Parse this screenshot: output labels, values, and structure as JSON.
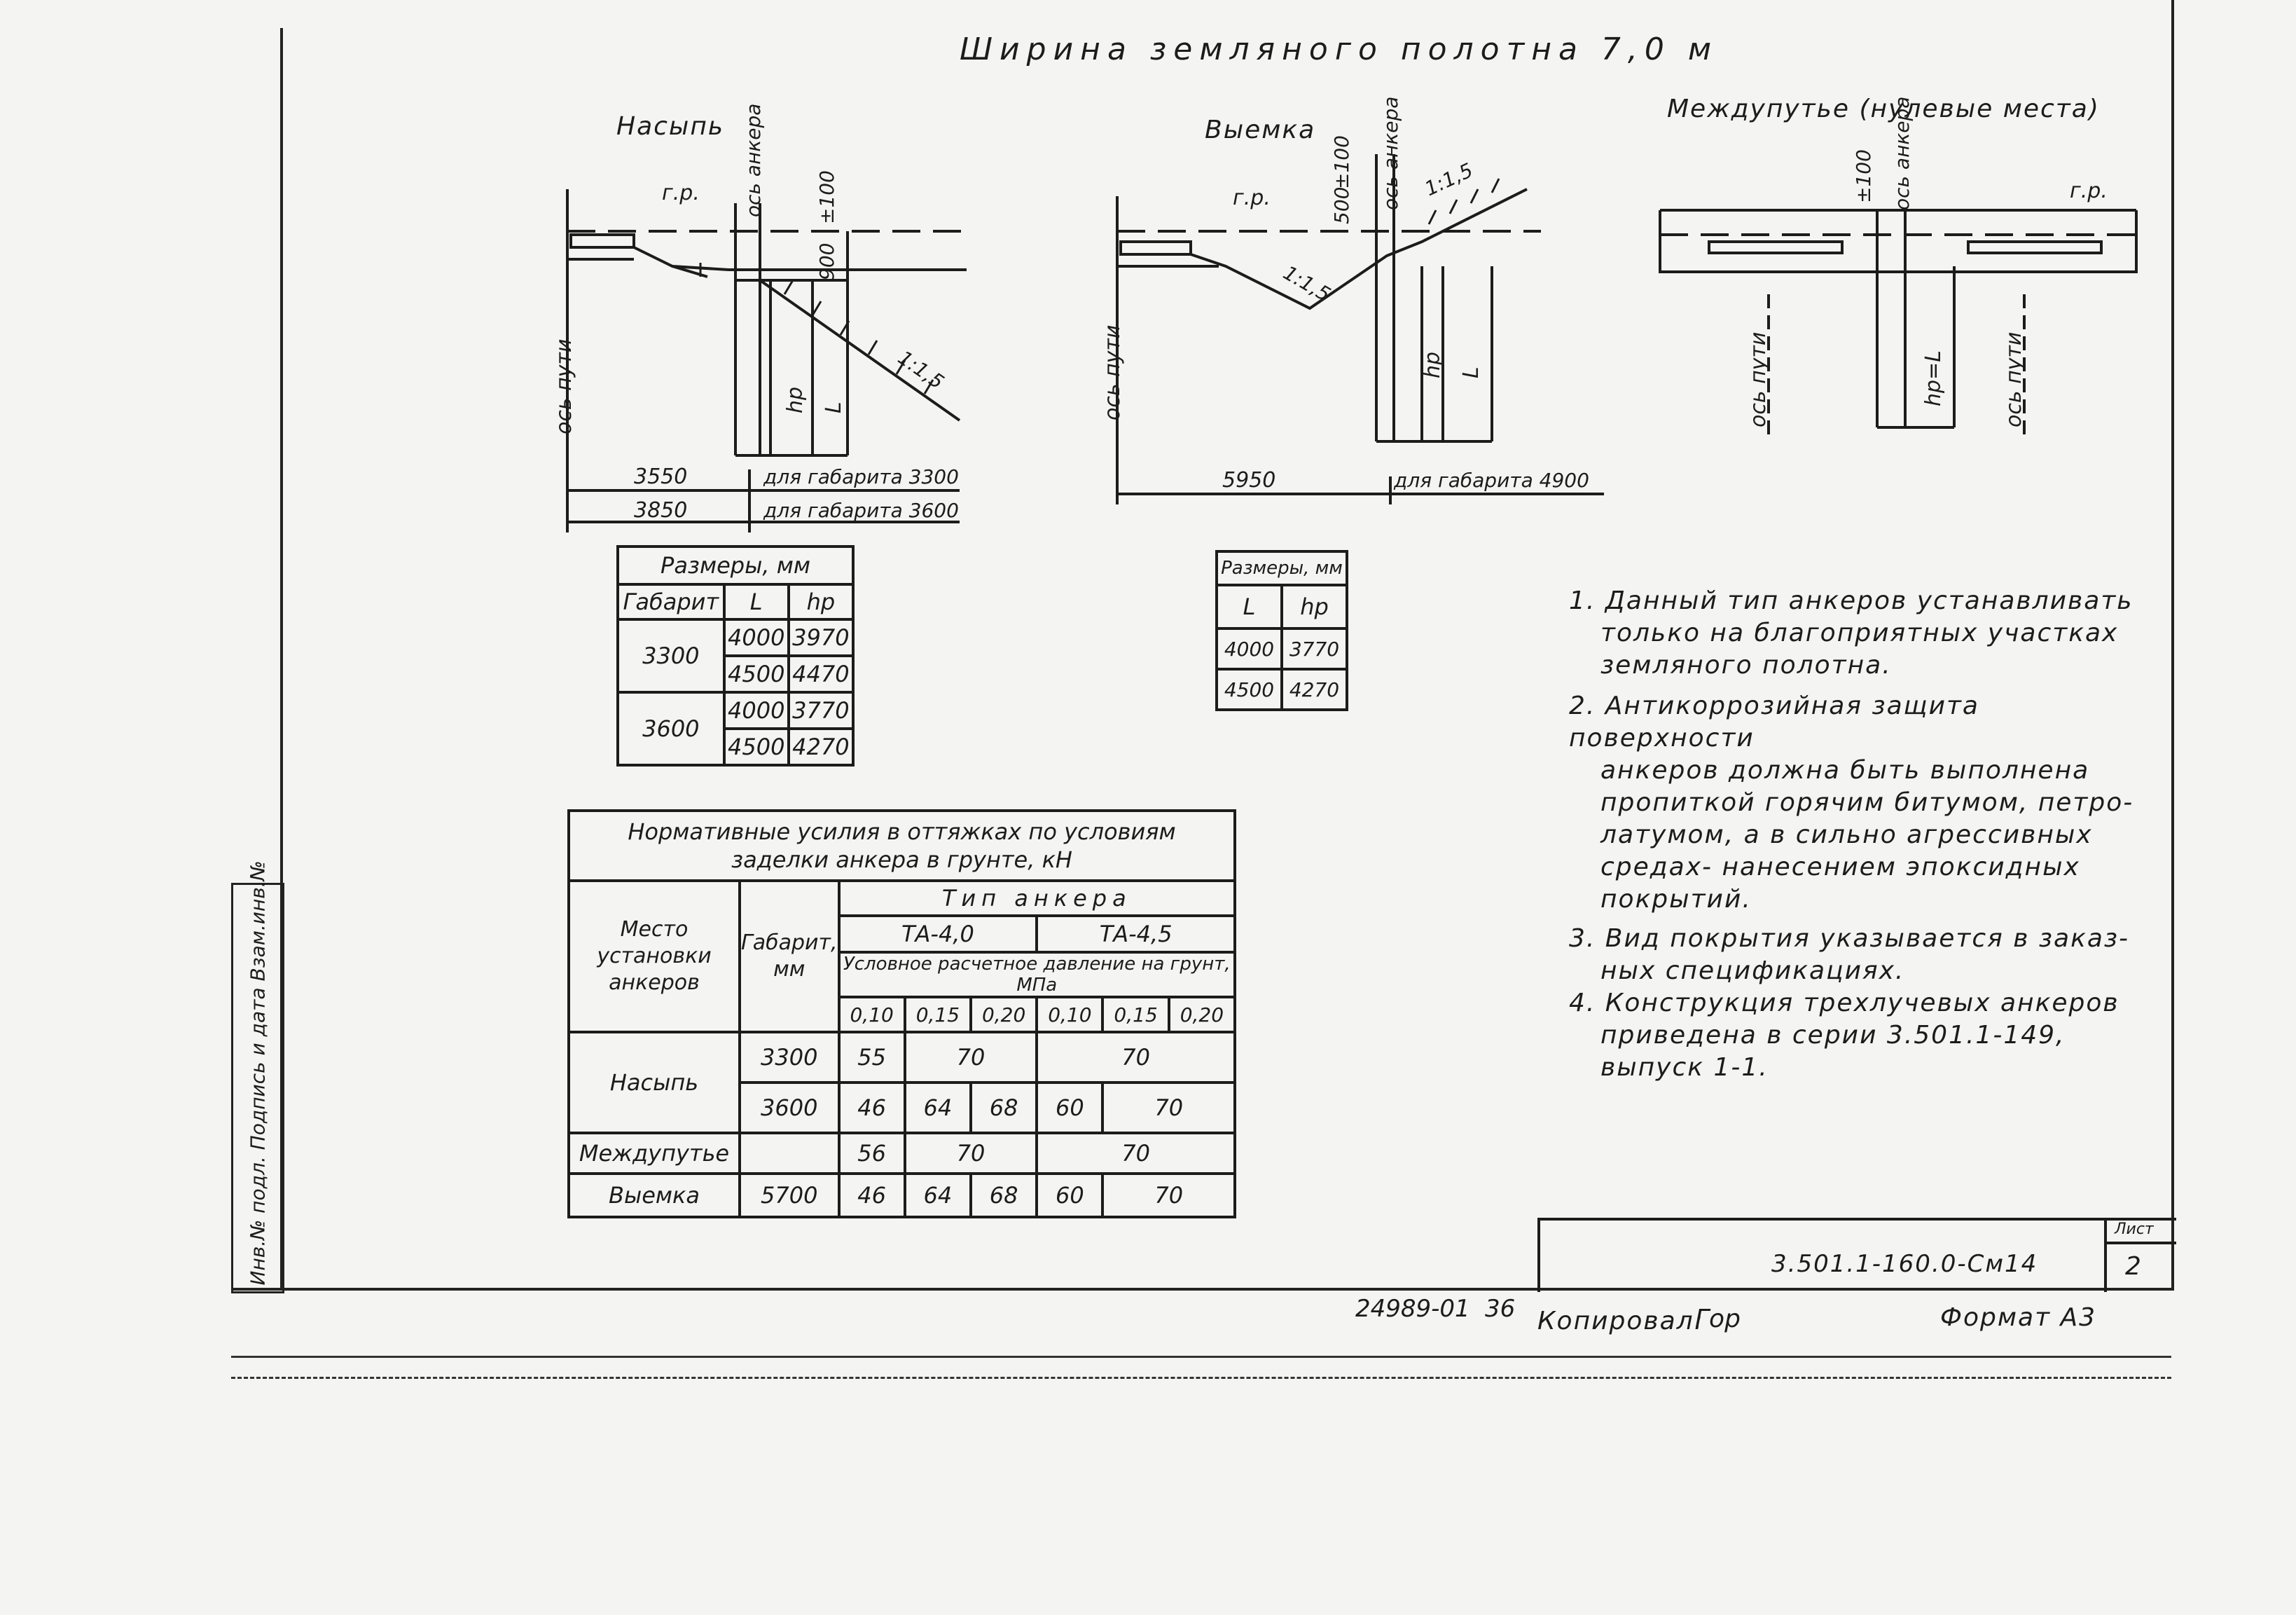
{
  "title": "Ширина земляного полотна 7,0 м",
  "sections": {
    "embankment": "Насыпь",
    "cut": "Выемка",
    "between": "Междупутье (нулевые места)"
  },
  "labels": {
    "gr": "г.р.",
    "axis_anchor": "ось анкера",
    "axis_track": "ось пути",
    "d100": "±100",
    "d900": "900",
    "d500": "500",
    "hp": "hp",
    "L": "L",
    "hpL": "hp=L",
    "slope_emb": "1:1,5",
    "slope_cut1": "1:1,5",
    "slope_cut2": "1:1,5",
    "dim_3550": "3550",
    "dim_3850": "3850",
    "dim_5950": "5950",
    "for_3300": "для габарита 3300",
    "for_3600": "для габарита 3600",
    "for_4900": "для габарита 4900"
  },
  "table_sizes_emb": {
    "title": "Размеры, мм",
    "headers": [
      "Габарит",
      "L",
      "hp"
    ],
    "rows": [
      {
        "gab": "3300",
        "L1": "4000",
        "hp1": "3970",
        "L2": "4500",
        "hp2": "4470"
      },
      {
        "gab": "3600",
        "L1": "4000",
        "hp1": "3770",
        "L2": "4500",
        "hp2": "4270"
      }
    ]
  },
  "table_sizes_cut": {
    "title": "Размеры, мм",
    "headers": [
      "L",
      "hp"
    ],
    "rows": [
      [
        "4000",
        "3770"
      ],
      [
        "4500",
        "4270"
      ]
    ]
  },
  "forces_table": {
    "title1": "Нормативные усилия в оттяжках по условиям",
    "title2": "заделки анкера в грунте, кН",
    "col_place": "Место установки анкеров",
    "col_gab": "Габарит, мм",
    "col_type": "Тип анкера",
    "type1": "ТА-4,0",
    "type2": "ТА-4,5",
    "pressure": "Условное расчетное давление на грунт, МПа",
    "p": [
      "0,10",
      "0,15",
      "0,20",
      "0,10",
      "0,15",
      "0,20"
    ],
    "rows": [
      {
        "place": "Насыпь",
        "gab": "3300",
        "v": [
          "55",
          "70",
          "70"
        ]
      },
      {
        "place": "",
        "gab": "3600",
        "v": [
          "46",
          "64",
          "68",
          "60",
          "70"
        ]
      },
      {
        "place": "Междупутье",
        "gab": "",
        "v": [
          "56",
          "70",
          "70"
        ]
      },
      {
        "place": "Выемка",
        "gab": "5700",
        "v": [
          "46",
          "64",
          "68",
          "60",
          "70"
        ]
      }
    ]
  },
  "notes": [
    "1. Данный тип анкеров устанавливать",
    "только на благоприятных участках",
    "земляного полотна.",
    "2. Антикоррозийная защита поверхности",
    "анкеров должна быть выполнена",
    "пропиткой горячим битумом, петро-",
    "латумом, а в сильно агрессивных",
    "средах- нанесением эпоксидных",
    "покрытий.",
    "3. Вид покрытия указывается в заказ-",
    "ных спецификациях.",
    "4. Конструкция трехлучевых анкеров",
    "приведена в серии 3.501.1-149, выпуск 1-1."
  ],
  "stamp": {
    "code": "3.501.1-160.0-См14",
    "sheet_label": "Лист",
    "sheet": "2"
  },
  "side_strip": "Инв.№ подл.  Подпись и дата  Взам.инв.№",
  "footer": {
    "number": "24989-01",
    "page": "36",
    "copied_label": "Копировал:",
    "copied_sign": "Гор",
    "format": "Формат А3"
  }
}
